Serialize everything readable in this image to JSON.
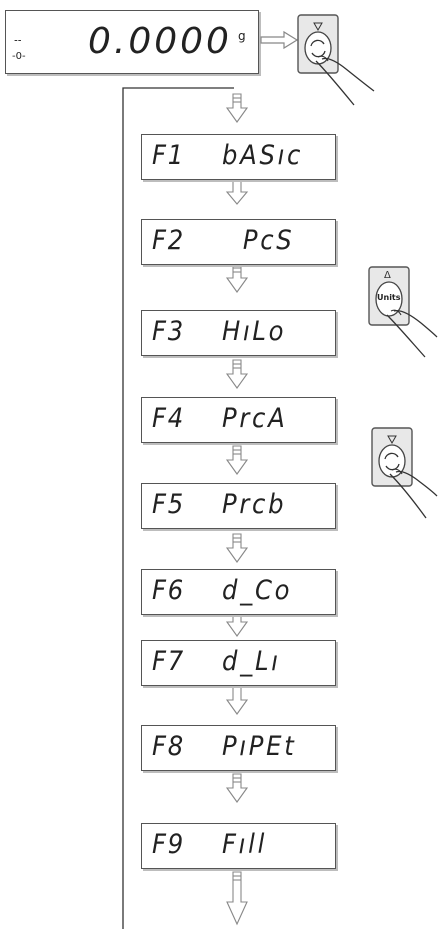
{
  "display": {
    "value": "0.0000",
    "unit": "g",
    "zero_indicator": "-0-",
    "stable_indicator": "˗˗"
  },
  "menu": [
    {
      "code": "F1",
      "name": "bASıc"
    },
    {
      "code": "F2",
      "name": "  PcS"
    },
    {
      "code": "F3",
      "name": "HıLo"
    },
    {
      "code": "F4",
      "name": "PrcA"
    },
    {
      "code": "F5",
      "name": "Prcb"
    },
    {
      "code": "F6",
      "name": "d_Co"
    },
    {
      "code": "F7",
      "name": "d_Lı"
    },
    {
      "code": "F8",
      "name": "PıPEt"
    },
    {
      "code": "F9",
      "name": "Fıll"
    }
  ],
  "keys": {
    "units_key_label": "Units",
    "units_key_arrow": "Δ",
    "enter_key_arrow": "∇",
    "enter_key_symbol": "↻"
  },
  "colors": {
    "border": "#555555",
    "arrow": "#888888",
    "key_face": "#e8e8e8"
  }
}
